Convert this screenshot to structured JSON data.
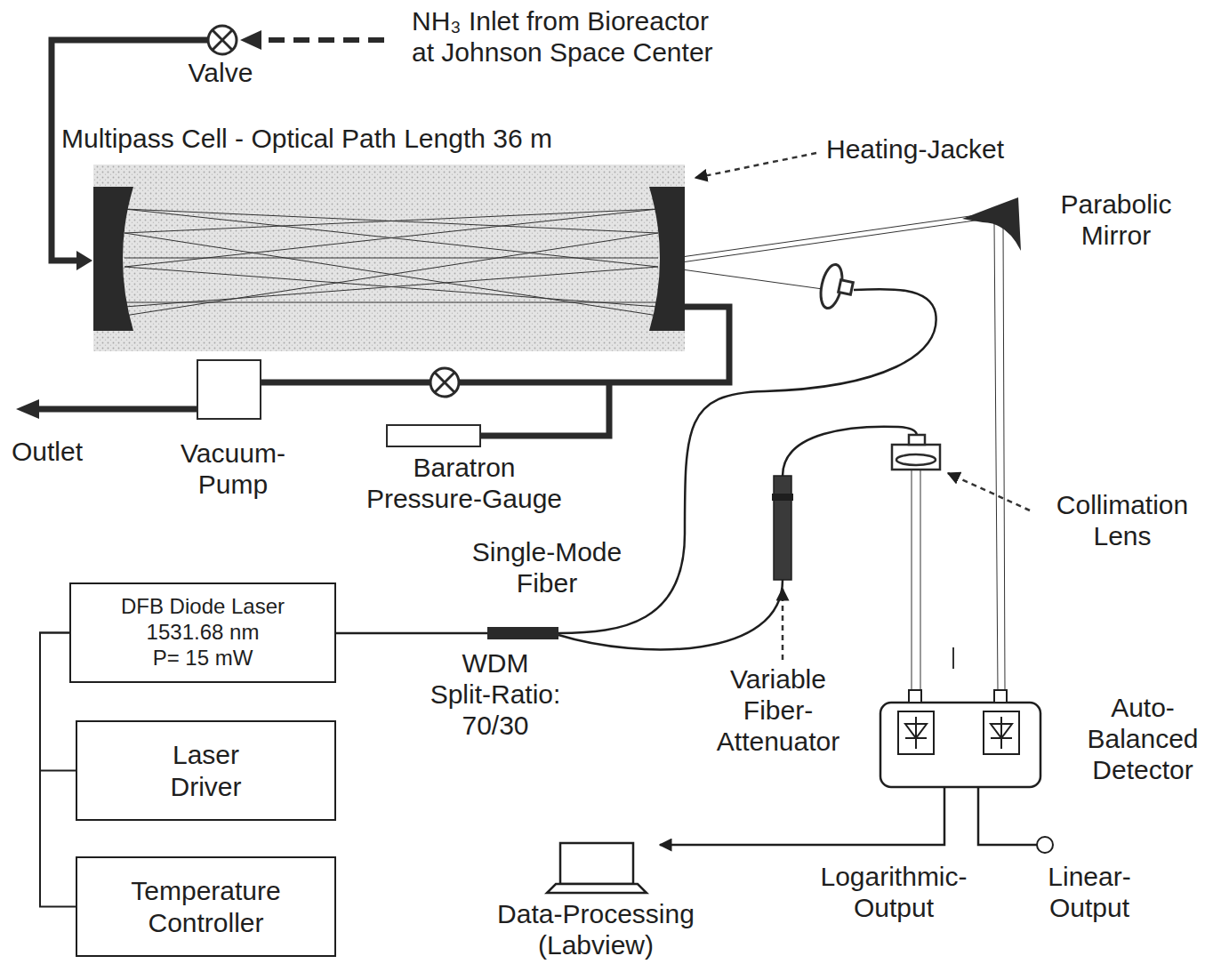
{
  "diagram": {
    "nodes": [
      {
        "text": [
          "DFB Diode Laser",
          "1531.68 nm",
          "P= 15 mW"
        ]
      },
      {
        "text": [
          "Laser Driver"
        ]
      },
      {
        "text": [
          "Temperature Controller"
        ]
      }
    ],
    "edges": [
      {
        "from": 0,
        "to": 1,
        "arrow": "none"
      },
      {
        "from": 0,
        "to": 2,
        "arrow": "none"
      }
    ],
    "labels": [
      "NH₃ Inlet from Bioreactor at Johnson Space Center",
      "Valve",
      "Multipass Cell - Optical Path Length 36 m",
      "Heating-Jacket",
      "Parabolic Mirror",
      "Outlet",
      "Vacuum-Pump",
      "Baratron Pressure-Gauge",
      "Single-Mode Fiber",
      "Collimation Lens",
      "WDM Split-Ratio: 70/30",
      "Variable Fiber-Attenuator",
      "Auto-Balanced Detector",
      "Logarithmic-Output",
      "Linear-Output",
      "Data-Processing (Labview)"
    ]
  }
}
